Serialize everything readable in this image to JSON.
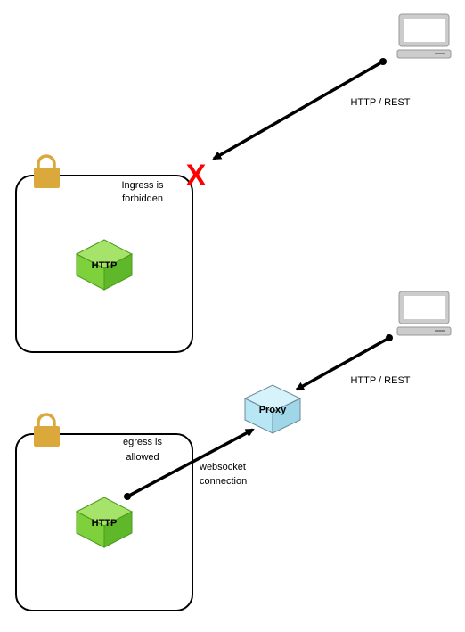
{
  "top_zone": {
    "note_line1": "Ingress is",
    "note_line2": "forbidden",
    "service_label": "HTTP",
    "blocked_mark": "X"
  },
  "bottom_zone": {
    "note_line1": "egress is",
    "note_line2": "allowed",
    "service_label": "HTTP"
  },
  "proxy": {
    "label": "Proxy"
  },
  "connections": {
    "client1_label": "HTTP / REST",
    "client2_label": "HTTP / REST",
    "ws_label_line1": "websocket",
    "ws_label_line2": "connection"
  },
  "colors": {
    "lock": "#dba83b",
    "cube_green": "#7fd13b",
    "cube_green_dark": "#4c9a1c",
    "proxy_cube": "#b7e7f5",
    "blocked_x": "#ff0000",
    "laptop": "#cccccc"
  },
  "icons": [
    "padlock-icon",
    "laptop-icon",
    "http-cube-icon",
    "proxy-cube-icon",
    "blocked-x-icon"
  ]
}
